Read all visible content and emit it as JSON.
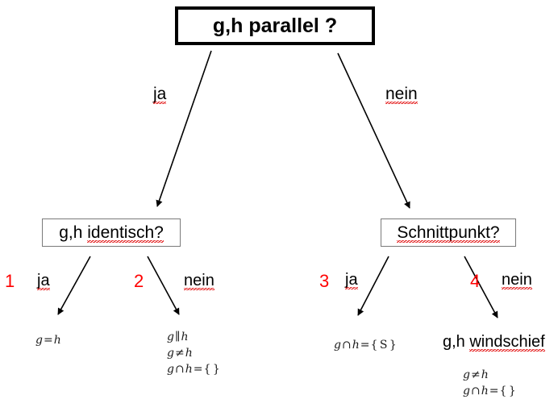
{
  "diagram": {
    "title": "g,h parallel ?",
    "root": {
      "label": "g,h parallel ?"
    },
    "branches": {
      "top_left_label": "ja",
      "top_right_label": "nein"
    },
    "nodes": {
      "left_decision": "g,h identisch?",
      "right_decision": "Schnittpunkt?"
    },
    "outcome_numbers": {
      "one": "1",
      "two": "2",
      "three": "3",
      "four": "4"
    },
    "outcome_labels": {
      "one": "ja",
      "two": "nein",
      "three": "ja",
      "four": "nein"
    },
    "leaves": {
      "leaf1": {
        "lines": [
          "g = h"
        ],
        "parts": [
          {
            "lhs": "g",
            "op": "=",
            "rhs": "h"
          }
        ]
      },
      "leaf2": {
        "lines": [
          "g ∥ h",
          "g ≠ h",
          "g ∩ h = { }"
        ],
        "parts": [
          {
            "lhs": "g",
            "op": "∥",
            "rhs": "h"
          },
          {
            "lhs": "g",
            "op": "≠",
            "rhs": "h"
          },
          {
            "lhs": "g",
            "op": "∩",
            "rhs": "h",
            "op2": "=",
            "set": "{ }"
          }
        ]
      },
      "leaf3": {
        "lines": [
          "g ∩ h = { S }"
        ],
        "parts": [
          {
            "lhs": "g",
            "op": "∩",
            "rhs": "h",
            "op2": "=",
            "set": "{ S }"
          }
        ]
      },
      "leaf4": {
        "text": "g,h windschief",
        "lines": [
          "g ≠ h",
          "g ∩ h = { }"
        ],
        "parts": [
          {
            "lhs": "g",
            "op": "≠",
            "rhs": "h"
          },
          {
            "lhs": "g",
            "op": "∩",
            "rhs": "h",
            "op2": "=",
            "set": "{ }"
          }
        ]
      }
    },
    "colors": {
      "accent_red": "#ff0000",
      "spellcheck_red": "#e11b1b",
      "border_black": "#000000",
      "border_gray": "#7a7a7a",
      "background": "#ffffff"
    }
  }
}
